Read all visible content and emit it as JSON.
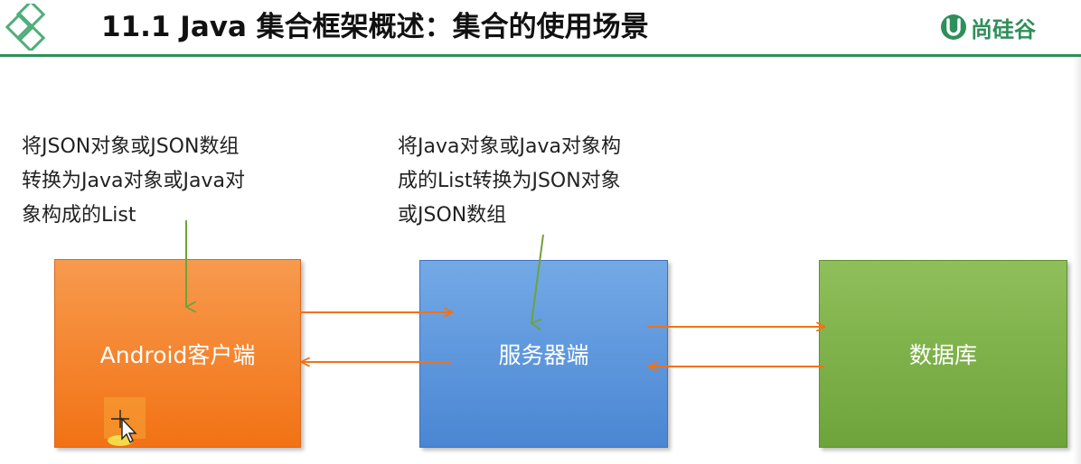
{
  "header": {
    "title": "11.1 Java 集合框架概述：集合的使用场景",
    "brand_text": "尚硅谷",
    "brand_color": "#2f8f5a",
    "logo_icon": "diamond-logo-icon"
  },
  "notes": {
    "client_note": [
      "将JSON对象或JSON数组",
      "转换为Java对象或Java对",
      "象构成的List"
    ],
    "server_note": [
      "将Java对象或Java对象构",
      "成的List转换为JSON对象",
      "或JSON数组"
    ]
  },
  "boxes": {
    "android": "Android客户端",
    "server": "服务器端",
    "database": "数据库"
  },
  "colors": {
    "android": "#f27214",
    "server": "#4a86d3",
    "database": "#6ea33b",
    "note_arrow": "#6ea33b",
    "flow_arrow": "#f27214"
  }
}
